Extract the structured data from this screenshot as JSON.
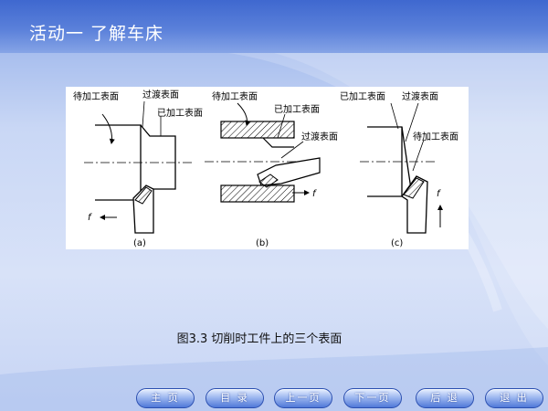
{
  "slide": {
    "title": "活动一  了解车床",
    "caption": "图3.3  切削时工件上的三个表面"
  },
  "figure": {
    "a": {
      "label": "(a)",
      "to_be_machined": "待加工表面",
      "transition": "过渡表面",
      "machined": "已加工表面",
      "feed": "f"
    },
    "b": {
      "label": "(b)",
      "to_be_machined": "待加工表面",
      "machined": "已加工表面",
      "transition": "过渡表面",
      "feed": "f"
    },
    "c": {
      "label": "(c)",
      "machined": "已加工表面",
      "transition": "过渡表面",
      "to_be_machined": "待加工表面",
      "feed": "f"
    }
  },
  "nav": {
    "home": "主 页",
    "contents": "目 录",
    "prev": "上一页",
    "next": "下一页",
    "back": "后 退",
    "exit": "退 出"
  },
  "colors": {
    "header": "#3f68cf",
    "background": "#c9d7f5",
    "button": "#4f78d8"
  }
}
